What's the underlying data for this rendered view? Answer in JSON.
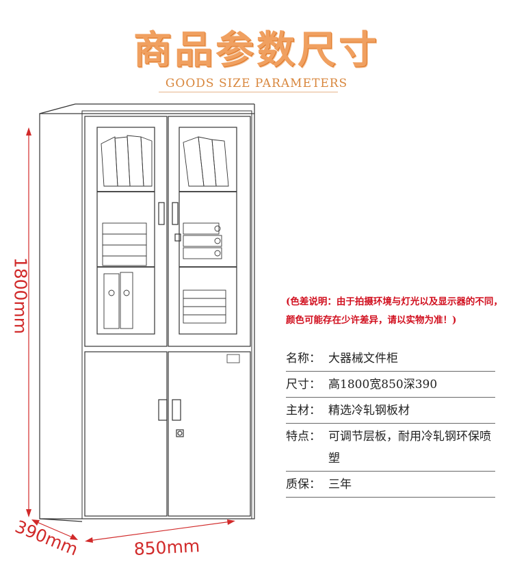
{
  "header": {
    "title": "商品参数尺寸",
    "subtitle": "GOODS SIZE PARAMETERS"
  },
  "dimensions": {
    "height": "1800mm",
    "depth": "390mm",
    "width": "850mm"
  },
  "colors": {
    "accent": "#f0a060",
    "dimension": "#d12a2a",
    "note": "#d10f1e"
  },
  "note": {
    "text": "(色差说明：由于拍摄环境与灯光以及显示器的不同，颜色可能存在少许差异，请以实物为准！)"
  },
  "specs": [
    {
      "label": "名称：",
      "value": "大器械文件柜"
    },
    {
      "label": "尺寸：",
      "value": "高1800宽850深390"
    },
    {
      "label": "主材：",
      "value": "精选冷轧钢板材"
    },
    {
      "label": "特点：",
      "value": "可调节层板，耐用冷轧钢环保喷塑"
    },
    {
      "label": "质保：",
      "value": "三年"
    }
  ]
}
